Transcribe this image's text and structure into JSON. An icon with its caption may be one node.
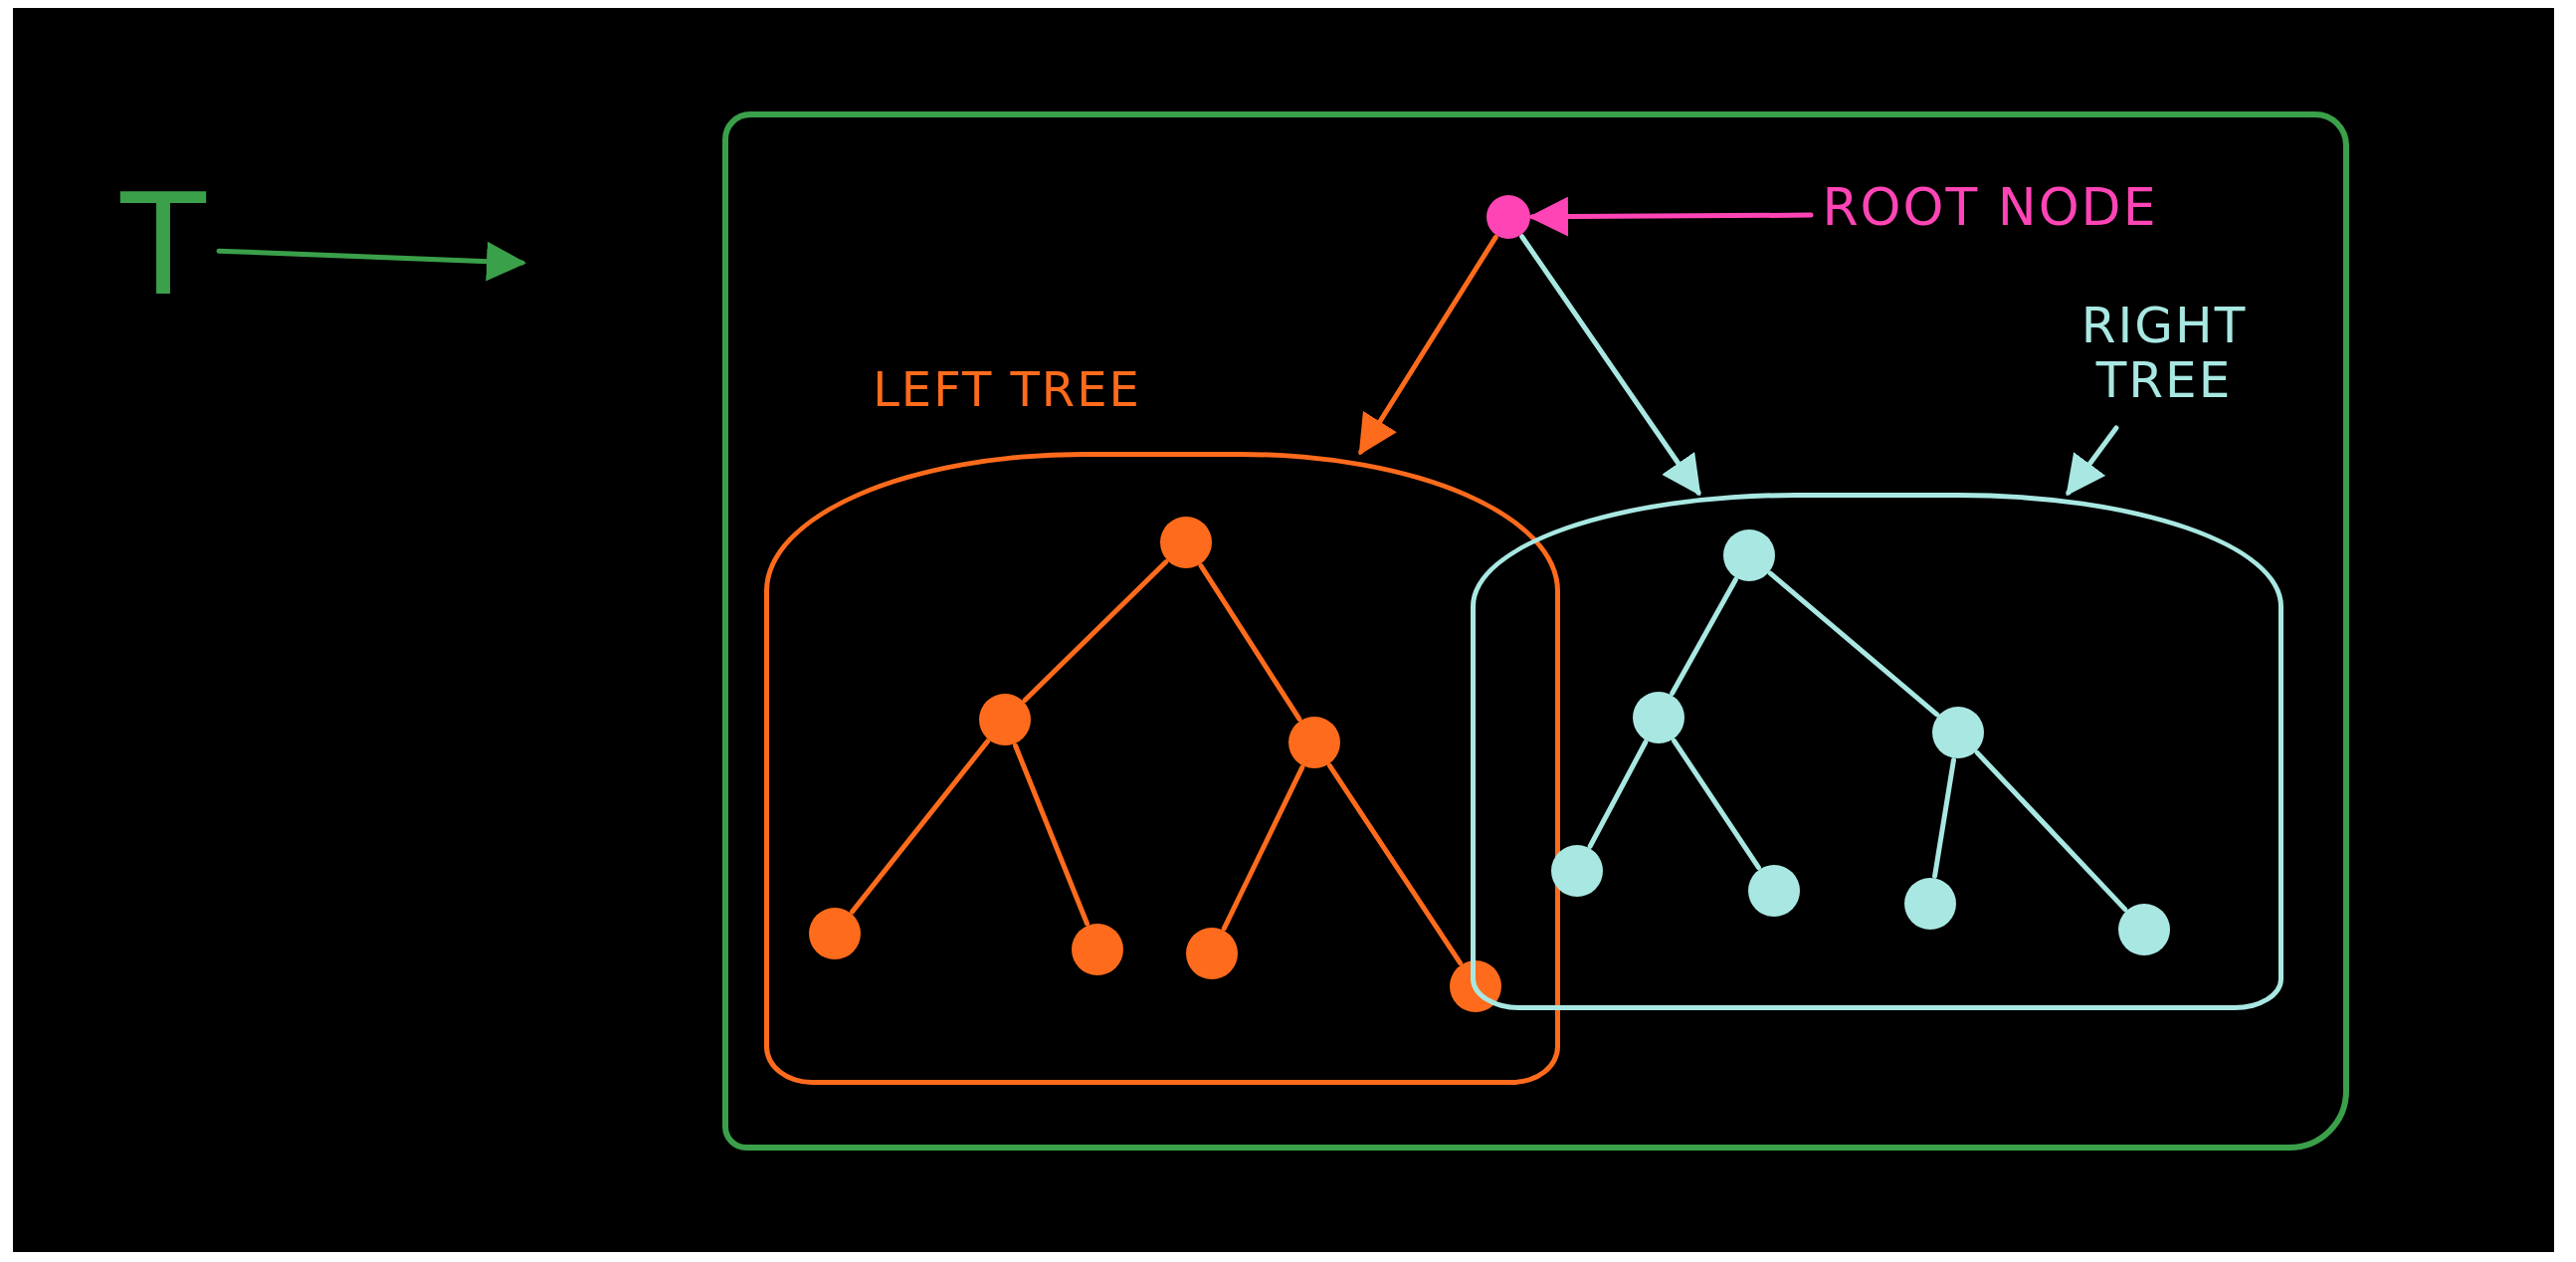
{
  "diagram": {
    "nodes": [
      {
        "text": [
          "T"
        ]
      },
      {
        "text": [],
        "shape": "box"
      },
      {
        "text": [],
        "shape": "circle",
        "in": 1
      },
      {
        "text": [
          "ROOT NODE"
        ],
        "in": 1
      },
      {
        "text": [],
        "shape": "cloud",
        "in": 1
      },
      {
        "text": [],
        "shape": "circle",
        "in": 4
      },
      {
        "text": [],
        "shape": "circle",
        "in": 4
      },
      {
        "text": [],
        "shape": "circle",
        "in": 4
      },
      {
        "text": [],
        "shape": "circle",
        "in": 4
      },
      {
        "text": [],
        "shape": "circle",
        "in": 4
      },
      {
        "text": [],
        "shape": "circle",
        "in": 4
      },
      {
        "text": [],
        "shape": "circle",
        "in": 4
      },
      {
        "text": [],
        "shape": "cloud",
        "in": 1
      },
      {
        "text": [
          "RIGHT TREE"
        ],
        "in": 1
      },
      {
        "text": [],
        "shape": "circle",
        "in": 12
      },
      {
        "text": [],
        "shape": "circle",
        "in": 12
      },
      {
        "text": [],
        "shape": "circle",
        "in": 12
      },
      {
        "text": [],
        "shape": "circle",
        "in": 12
      },
      {
        "text": [],
        "shape": "circle",
        "in": 12
      },
      {
        "text": [],
        "shape": "circle",
        "in": 12
      },
      {
        "text": [],
        "shape": "circle",
        "in": 12
      }
    ],
    "edges": [
      {
        "from": 0,
        "to": null,
        "arrow": "to",
        "color": "#3aa04a"
      },
      {
        "from": 3,
        "to": 2,
        "arrow": "to",
        "color": "#ff45b5"
      },
      {
        "from": 2,
        "to": 4,
        "arrow": "to",
        "color": "#ff6b1c"
      },
      {
        "from": 2,
        "to": 12,
        "arrow": "to",
        "color": "#a9e8e2"
      },
      {
        "from": 13,
        "to": 12,
        "arrow": "to",
        "color": "#a9e8e2"
      },
      {
        "from": 5,
        "to": 6,
        "arrow": "none",
        "color": "#ff6b1c"
      },
      {
        "from": 5,
        "to": 7,
        "arrow": "none",
        "color": "#ff6b1c"
      },
      {
        "from": 6,
        "to": 8,
        "arrow": "none",
        "color": "#ff6b1c"
      },
      {
        "from": 6,
        "to": 9,
        "arrow": "none",
        "color": "#ff6b1c"
      },
      {
        "from": 7,
        "to": 10,
        "arrow": "none",
        "color": "#ff6b1c"
      },
      {
        "from": 7,
        "to": 11,
        "arrow": "none",
        "color": "#ff6b1c"
      },
      {
        "from": 14,
        "to": 15,
        "arrow": "none",
        "color": "#a9e8e2"
      },
      {
        "from": 14,
        "to": 16,
        "arrow": "none",
        "color": "#a9e8e2"
      },
      {
        "from": 15,
        "to": 17,
        "arrow": "none",
        "color": "#a9e8e2"
      },
      {
        "from": 15,
        "to": 18,
        "arrow": "none",
        "color": "#a9e8e2"
      },
      {
        "from": 16,
        "to": 19,
        "arrow": "none",
        "color": "#a9e8e2"
      },
      {
        "from": 16,
        "to": 20,
        "arrow": "none",
        "color": "#a9e8e2"
      }
    ],
    "labels": [
      "LEFT TREE"
    ]
  }
}
